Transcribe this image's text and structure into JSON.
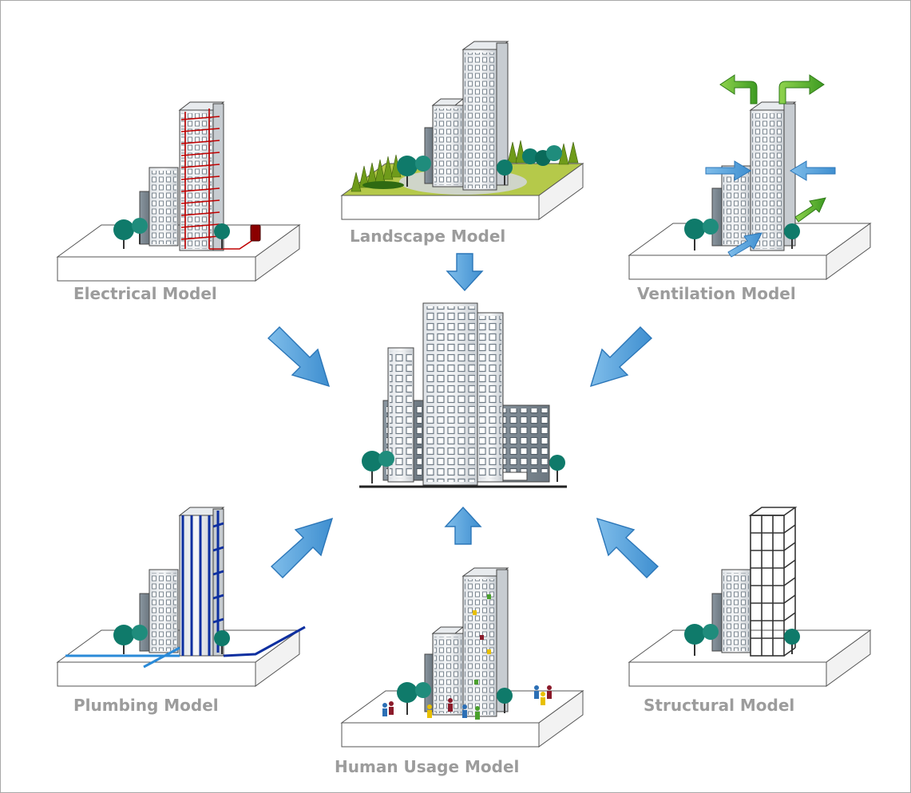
{
  "models": {
    "electrical": {
      "label": "Electrical Model",
      "accent": "#c00000"
    },
    "landscape": {
      "label": "Landscape Model",
      "accent": "#8fb52a"
    },
    "ventilation": {
      "label": "Ventilation Model",
      "accent": "#4aa02c"
    },
    "plumbing": {
      "label": "Plumbing Model",
      "accent": "#0d2fa0"
    },
    "human_usage": {
      "label": "Human Usage Model",
      "accent": "#8b1a2a"
    },
    "structural": {
      "label": "Structural Model",
      "accent": "#333333"
    }
  },
  "colors": {
    "arrow_fill": "#5aa6e0",
    "arrow_stroke": "#2b76b8",
    "label_text": "#9c9c9c",
    "tree": "#0f7a6a",
    "building_light": "#eceff2",
    "building_dark": "#7f8c96"
  }
}
